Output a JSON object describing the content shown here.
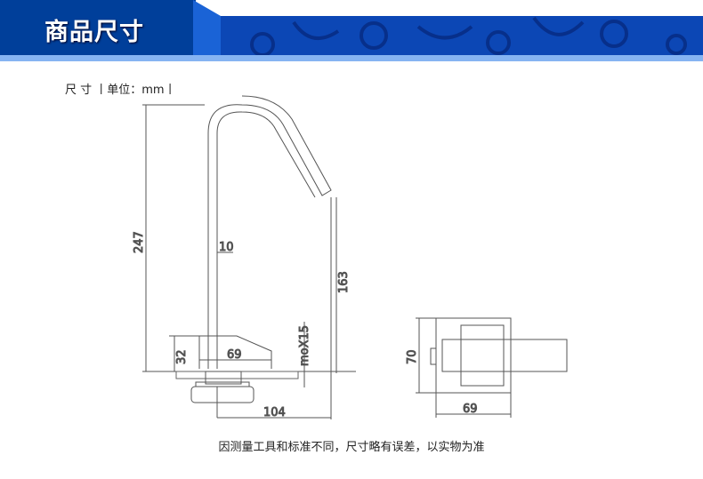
{
  "header": {
    "title": "商品尺寸"
  },
  "dims_label": "尺 寸 丨单位：mm丨",
  "drawing": {
    "height_total": "247",
    "pipe_dia": "10",
    "base_height": "32",
    "base_length": "69",
    "thickness": "moX15",
    "spout_height": "163",
    "reach": "104",
    "side_height": "70",
    "side_width": "69"
  },
  "note": "因测量工具和标准不同，尺寸略有误差，以实物为准",
  "colors": {
    "banner": "#003f9a",
    "accent": "#1a63d6",
    "stripe": "#86b4f2"
  }
}
